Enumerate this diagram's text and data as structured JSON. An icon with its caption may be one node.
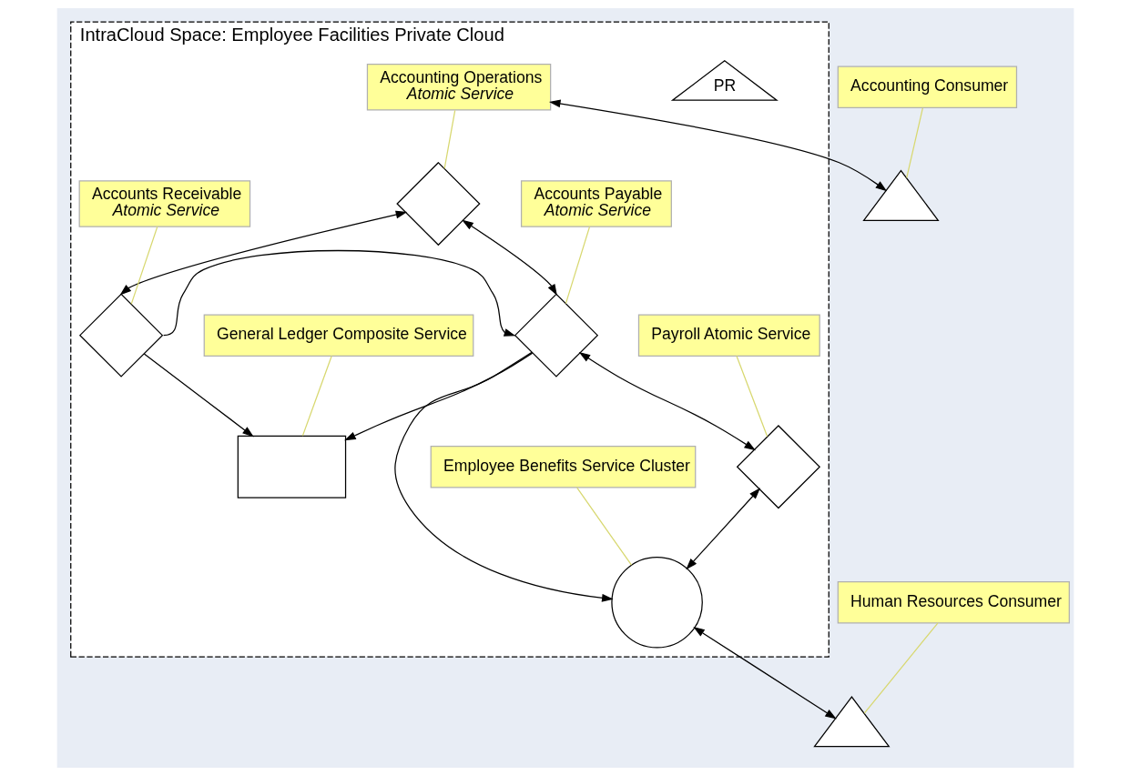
{
  "diagram": {
    "nodes": [
      {
        "text": [
          "IntraCloud Space: Employee Facilities Private Cloud"
        ]
      },
      {
        "text": [
          "PR"
        ],
        "in": 0
      },
      {
        "text": [],
        "shape": "diamond",
        "in": 0
      },
      {
        "text": [
          "Accounting Operations",
          "*Atomic Service*"
        ],
        "in": 0
      },
      {
        "text": [
          "Accounting Consumer"
        ]
      },
      {
        "text": [],
        "shape": "triangle"
      },
      {
        "text": [
          "Accounts Receivable",
          "*Atomic Service*"
        ],
        "in": 0
      },
      {
        "text": [
          "Accounts Payable",
          "*Atomic Service*"
        ],
        "in": 0
      },
      {
        "text": [
          "Human Resources Consumer"
        ]
      },
      {
        "text": [],
        "shape": "triangle"
      },
      {
        "text": [],
        "shape": "diamond",
        "in": 0
      },
      {
        "text": [],
        "shape": "diamond",
        "in": 0
      },
      {
        "text": [],
        "shape": "box",
        "in": 0
      },
      {
        "text": [],
        "shape": "diamond",
        "in": 0
      },
      {
        "text": [],
        "shape": "circle",
        "in": 0
      },
      {
        "text": [
          "General Ledger Composite Service"
        ],
        "in": 0
      },
      {
        "text": [
          "Payroll Atomic Service"
        ],
        "in": 0
      },
      {
        "text": [
          "Employee Benefits Service Cluster"
        ],
        "in": 0
      }
    ],
    "edges": [
      {
        "from": 3,
        "to": 2,
        "arrow": "none",
        "color": "#d8d870"
      },
      {
        "from": 4,
        "to": 5,
        "arrow": "none",
        "color": "#d8d870"
      },
      {
        "from": 6,
        "to": 10,
        "arrow": "none",
        "color": "#d8d870"
      },
      {
        "from": 7,
        "to": 11,
        "arrow": "none",
        "color": "#d8d870"
      },
      {
        "from": 8,
        "to": 9,
        "arrow": "none",
        "color": "#d8d870"
      },
      {
        "from": 15,
        "to": 12,
        "arrow": "none",
        "color": "#d8d870"
      },
      {
        "from": 16,
        "to": 13,
        "arrow": "none",
        "color": "#d8d870"
      },
      {
        "from": 17,
        "to": 14,
        "arrow": "none",
        "color": "#d8d870"
      },
      {
        "from": 3,
        "to": 5,
        "arrow": "both"
      },
      {
        "from": 2,
        "to": 10,
        "arrow": "both"
      },
      {
        "from": 2,
        "to": 11,
        "arrow": "both"
      },
      {
        "from": 10,
        "to": 11,
        "arrow": "to"
      },
      {
        "from": 10,
        "to": 12,
        "arrow": "to"
      },
      {
        "from": 11,
        "to": 12,
        "arrow": "to"
      },
      {
        "from": 11,
        "to": 13,
        "arrow": "both"
      },
      {
        "from": 11,
        "to": 14,
        "arrow": "to"
      },
      {
        "from": 13,
        "to": 14,
        "arrow": "both"
      },
      {
        "from": 14,
        "to": 9,
        "arrow": "both"
      }
    ]
  }
}
